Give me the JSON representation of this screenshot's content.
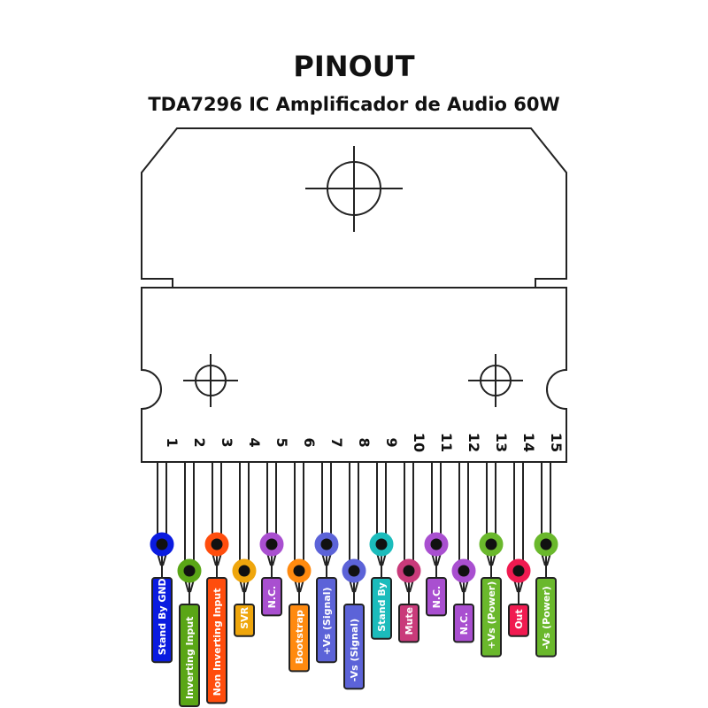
{
  "header": {
    "title": "PINOUT",
    "subtitle": "TDA7296 IC Amplificador de Audio 60W"
  },
  "pins": [
    {
      "number": "1",
      "label": "Stand By GND",
      "color": "#0a1be0"
    },
    {
      "number": "2",
      "label": "Inverting Input",
      "color": "#5aa616"
    },
    {
      "number": "3",
      "label": "Non Inverting Input",
      "color": "#ff4d0d"
    },
    {
      "number": "4",
      "label": "SVR",
      "color": "#efa60c"
    },
    {
      "number": "5",
      "label": "N.C.",
      "color": "#a94fd0"
    },
    {
      "number": "6",
      "label": "Bootstrap",
      "color": "#ff8a0f"
    },
    {
      "number": "7",
      "label": "+Vs (Signal)",
      "color": "#5c63d8"
    },
    {
      "number": "8",
      "label": "-Vs (Signal)",
      "color": "#5c63d8"
    },
    {
      "number": "9",
      "label": "Stand By",
      "color": "#1bbcbc"
    },
    {
      "number": "10",
      "label": "Mute",
      "color": "#c93a7a"
    },
    {
      "number": "11",
      "label": "N.C.",
      "color": "#a94fd0"
    },
    {
      "number": "12",
      "label": "N.C.",
      "color": "#a94fd0"
    },
    {
      "number": "13",
      "label": "+Vs (Power)",
      "color": "#6ab82c"
    },
    {
      "number": "14",
      "label": "Out",
      "color": "#f01a50"
    },
    {
      "number": "15",
      "label": "-Vs (Power)",
      "color": "#6ab82c"
    }
  ]
}
